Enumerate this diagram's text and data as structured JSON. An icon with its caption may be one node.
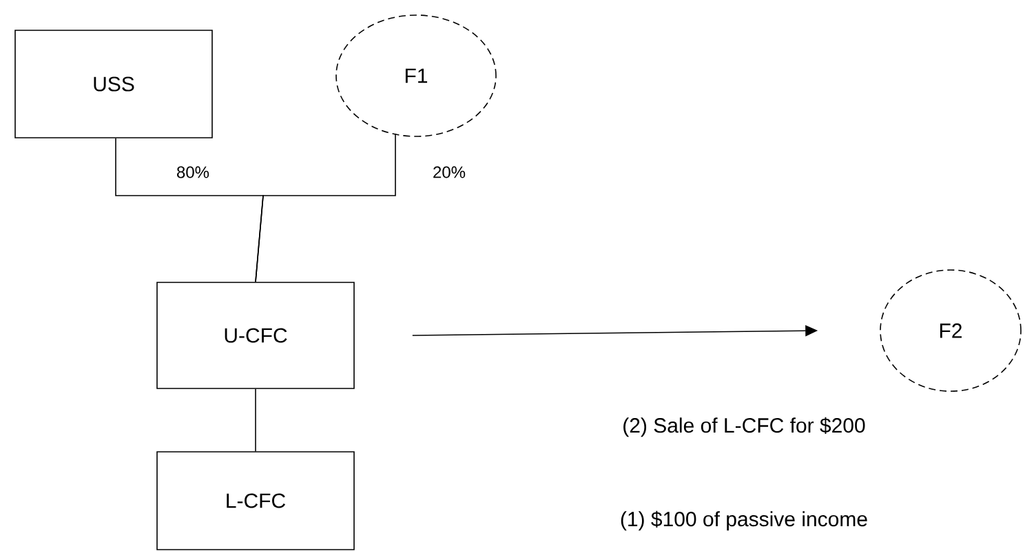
{
  "diagram": {
    "nodes": [
      {
        "text": [
          "USS"
        ]
      },
      {
        "text": [
          "F1"
        ]
      },
      {
        "text": [
          "U-CFC"
        ]
      },
      {
        "text": [
          "F2"
        ]
      },
      {
        "text": [
          "L-CFC"
        ]
      }
    ],
    "edges": [
      {
        "from": 0,
        "to": 2,
        "arrow": "none",
        "label": "80%"
      },
      {
        "from": 1,
        "to": 2,
        "arrow": "none",
        "label": "20%"
      },
      {
        "from": 2,
        "to": 4,
        "arrow": "none"
      },
      {
        "from": 2,
        "to": 3,
        "arrow": "to",
        "label": "(2) Sale of L-CFC for $200"
      }
    ],
    "labels": [
      "(1)  $100 of passive income"
    ]
  }
}
